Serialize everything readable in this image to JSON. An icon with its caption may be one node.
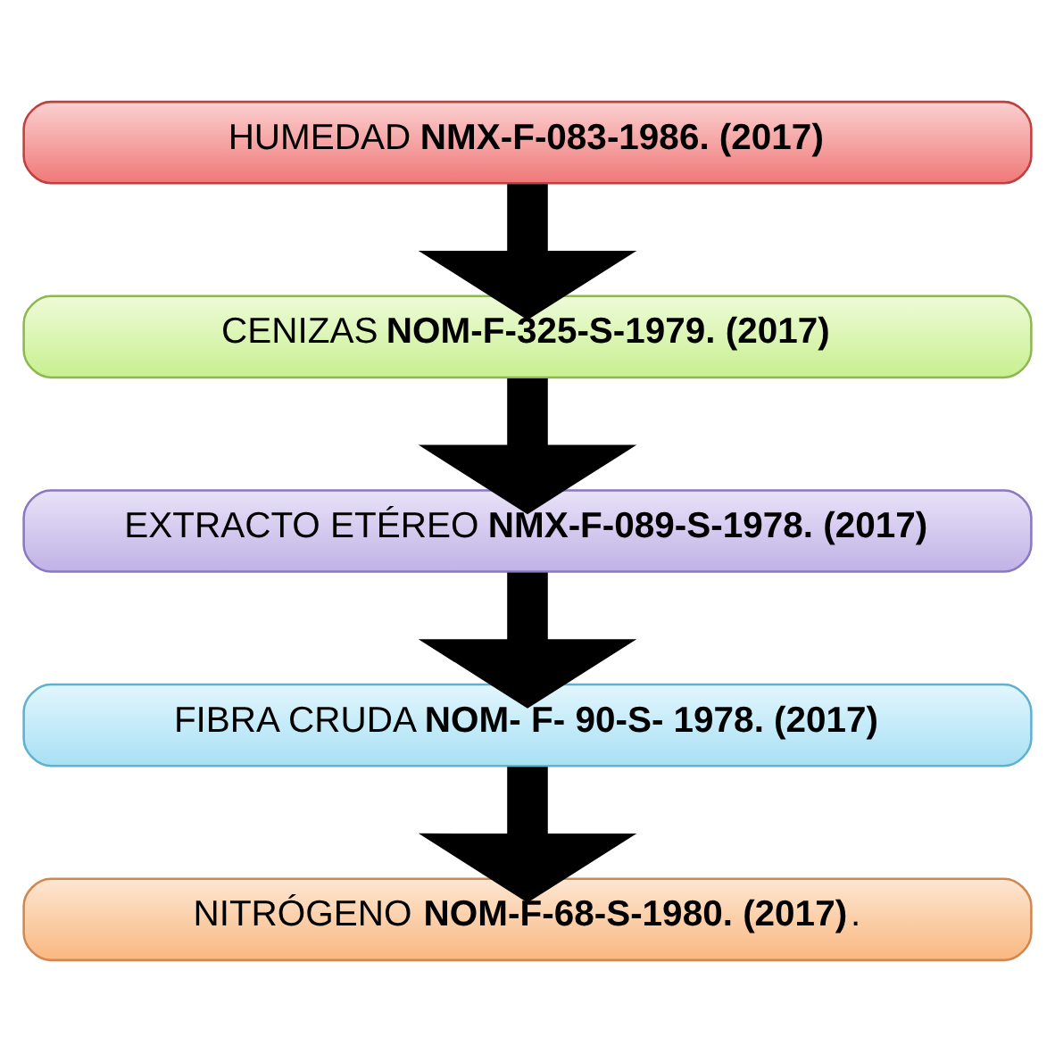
{
  "diagram": {
    "nodes": [
      {
        "text": [
          "HUMEDAD **NMX-F-083-1986. (2017)**"
        ]
      },
      {
        "text": [
          "CENIZAS **NOM-F-325-S-1979. (2017)**"
        ]
      },
      {
        "text": [
          "EXTRACTO ETÉREO **NMX-F-089-S-1978. (2017)**"
        ]
      },
      {
        "text": [
          "FIBRA CRUDA **NOM- F- 90-S- 1978. (2017)**"
        ]
      },
      {
        "text": [
          "NITRÓGENO **NOM-F-68-S-1980. (2017)**."
        ]
      }
    ],
    "edges": [
      {
        "from": 0,
        "to": 1,
        "arrow": "to"
      },
      {
        "from": 1,
        "to": 2,
        "arrow": "to"
      },
      {
        "from": 2,
        "to": 3,
        "arrow": "to"
      },
      {
        "from": 3,
        "to": 4,
        "arrow": "to"
      }
    ]
  }
}
